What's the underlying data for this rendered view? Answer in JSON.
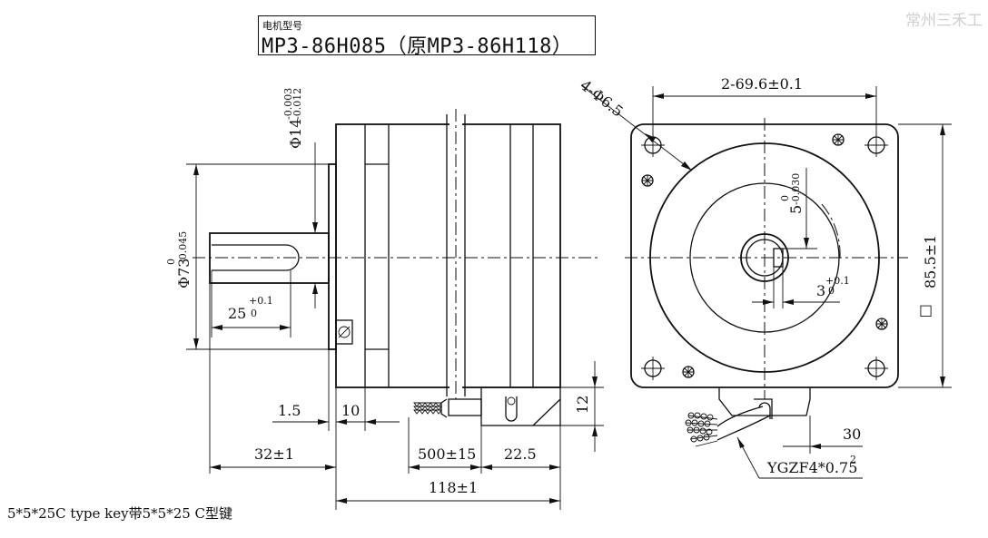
{
  "title_block": {
    "label": "电机型号",
    "model": "MP3-86H085（原MP3-86H118）"
  },
  "watermark": "常州三禾工",
  "note": "5*5*25C type key带5*5*25 C型键",
  "dimensions": {
    "shaft_dia": "Φ14",
    "shaft_tol_upper": "-0.003",
    "shaft_tol_lower": "-0.012",
    "pilot_dia": "Φ73",
    "pilot_tol_upper": "0",
    "pilot_tol_lower": "-0.045",
    "key_len": "25",
    "key_tol_upper": "+0.1",
    "key_tol_lower": "0",
    "flange_gap": "1.5",
    "flange_thick": "10",
    "shaft_len": "32±1",
    "lead_len": "500±15",
    "conn_len": "22.5",
    "body_len": "118±1",
    "conn_height": "12",
    "hole_spacing": "2-69.6±0.1",
    "mount_holes": "4-Φ6.5",
    "key_width": "5",
    "key_width_tol_upper": "0",
    "key_width_tol_lower": "-0.030",
    "key_depth": "3",
    "key_depth_tol_upper": "+0.1",
    "key_depth_tol_lower": "0",
    "square_size": "85.5±1",
    "square_symbol": "□",
    "cable_offset": "30",
    "cable_spec": "YGZF4*0.75",
    "cable_spec_sup": "2"
  }
}
